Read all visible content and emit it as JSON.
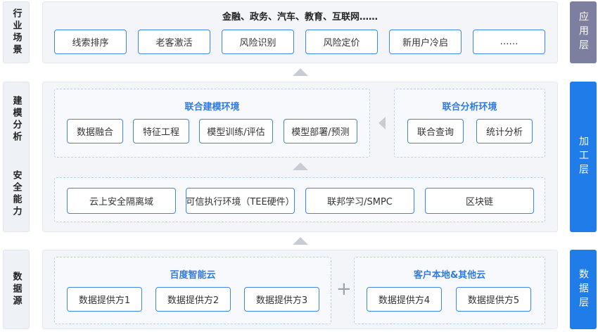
{
  "left_labels": {
    "industry_scenarios": "行业场景",
    "modeling_analysis": "建模分析",
    "security_capability": "安全能力",
    "data_source": "数据源"
  },
  "right_layers": {
    "application": "应用层",
    "processing": "加工层",
    "data": "数据层"
  },
  "application_layer": {
    "industries": "金融、政务、汽车、教育、互联网……",
    "scenarios": [
      "线索排序",
      "老客激活",
      "风险识别",
      "风险定价",
      "新用户冷启",
      "……"
    ]
  },
  "modeling": {
    "joint_modeling": {
      "title": "联合建模环境",
      "items": [
        "数据融合",
        "特征工程",
        "模型训练/评估",
        "模型部署/预测"
      ]
    },
    "joint_analysis": {
      "title": "联合分析环境",
      "items": [
        "联合查询",
        "统计分析"
      ]
    }
  },
  "security": {
    "items": [
      "云上安全隔离域",
      "可信执行环境（TEE硬件）",
      "联邦学习/SMPC",
      "区块链"
    ]
  },
  "data_layer": {
    "baidu_cloud": {
      "title": "百度智能云",
      "items": [
        "数据提供方1",
        "数据提供方2",
        "数据提供方3"
      ]
    },
    "plus": "+",
    "customer_cloud": {
      "title": "客户本地&其他云",
      "items": [
        "数据提供方4",
        "数据提供方5"
      ]
    }
  },
  "colors": {
    "application_layer": "#7d7fa0",
    "processing_layer": "#1f7ce8",
    "data_layer": "#1f7ce8",
    "box_border": "#3d86e8",
    "title_blue": "#2f7ae5"
  }
}
